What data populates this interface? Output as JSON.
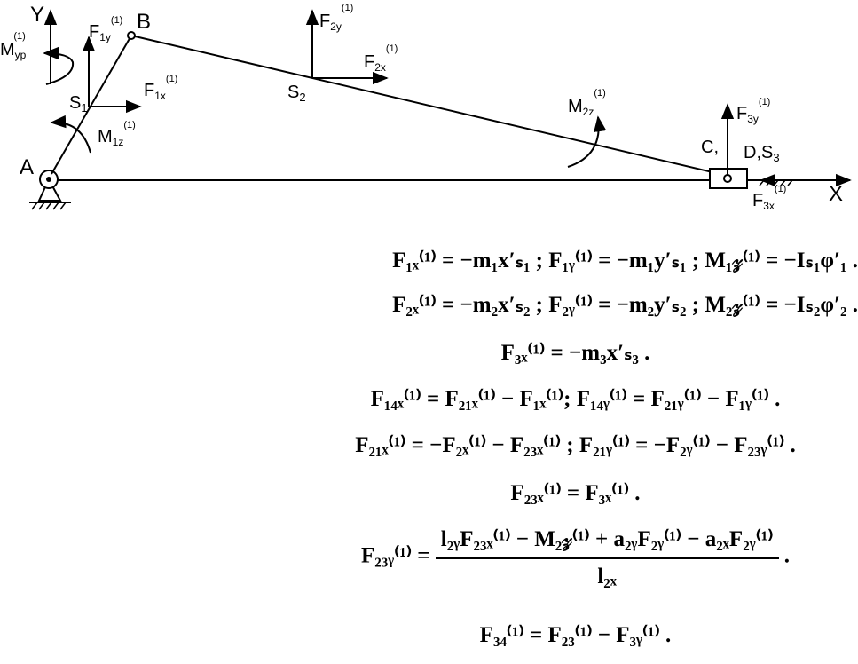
{
  "labels": {
    "Y": "Y",
    "X": "X",
    "A": "A",
    "B": "B",
    "S1": "S",
    "S1_sub": "1",
    "S2": "S",
    "S2_sub": "2",
    "CD_left": "C,",
    "CD_right": "D,S",
    "CD_sub": "3",
    "M_yp": "M",
    "M_yp_sub": "yp",
    "sup": "(1)",
    "F1y": "F",
    "F1y_sub": "1y",
    "F1x": "F",
    "F1x_sub": "1x",
    "M1z": "M",
    "M1z_sub": "1z",
    "F2y": "F",
    "F2y_sub": "2y",
    "F2x": "F",
    "F2x_sub": "2x",
    "M2z": "M",
    "M2z_sub": "2z",
    "F3y": "F",
    "F3y_sub": "3y",
    "F3x": "F",
    "F3x_sub": "3x"
  },
  "equations": {
    "eq1": "F₁ₓ⁽¹⁾ = −m₁x′ₛ₁ ;  F₁ᵧ⁽¹⁾ = −m₁y′ₛ₁ ;  M₁𝓏⁽¹⁾ = −Iₛ₁φ′₁ .",
    "eq2": "F₂ₓ⁽¹⁾ = −m₂x′ₛ₂ ;  F₂ᵧ⁽¹⁾ = −m₂y′ₛ₂ ;  M₂𝓏⁽¹⁾ = −Iₛ₂φ′₂ .",
    "eq3": "F₃ₓ⁽¹⁾ = −m₃x′ₛ₃ .",
    "eq4": "F₁₄ₓ⁽¹⁾ = F₂₁ₓ⁽¹⁾ − F₁ₓ⁽¹⁾;  F₁₄ᵧ⁽¹⁾ = F₂₁ᵧ⁽¹⁾ − F₁ᵧ⁽¹⁾ .",
    "eq5": "F₂₁ₓ⁽¹⁾ = −F₂ₓ⁽¹⁾ − F₂₃ₓ⁽¹⁾ ;  F₂₁ᵧ⁽¹⁾ = −F₂ᵧ⁽¹⁾ − F₂₃ᵧ⁽¹⁾ .",
    "eq6": "F₂₃ₓ⁽¹⁾ = F₃ₓ⁽¹⁾ .",
    "eq7_lhs": "F₂₃ᵧ⁽¹⁾ =",
    "eq7_num": "l₂ᵧF₂₃ₓ⁽¹⁾ − M₂𝓏⁽¹⁾ + a₂ᵧF₂ᵧ⁽¹⁾ − a₂ₓF₂ᵧ⁽¹⁾",
    "eq7_den": "l₂ₓ",
    "eq7_end": ".",
    "eq8": "F₃₄⁽¹⁾ = F₂₃⁽¹⁾ − F₃ᵧ⁽¹⁾ ."
  }
}
